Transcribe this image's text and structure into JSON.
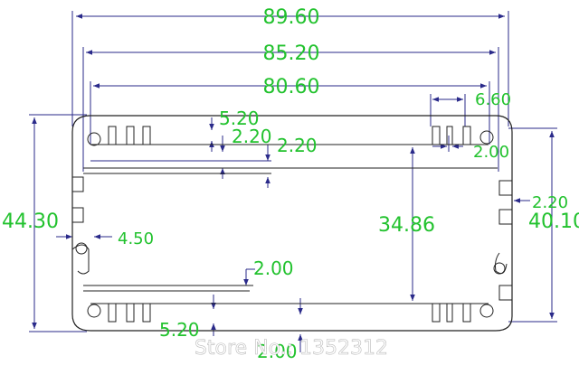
{
  "dimensions": {
    "overall_width": "89.60",
    "outer_width": "85.20",
    "inner_width": "80.60",
    "slot_width": "6.60",
    "slot_small": "2.00",
    "fin_pitch_top": "5.20",
    "fin_depth_a": "2.20",
    "fin_depth_b": "2.20",
    "overall_height": "44.30",
    "right_height": "40.10",
    "inner_height": "34.86",
    "left_groove": "4.50",
    "right_groove": "2.20",
    "rail_gap": "2.00",
    "fin_pitch_bottom": "5.20",
    "bottom_wall": "2.00"
  },
  "watermark": "Store No.: 1352312"
}
